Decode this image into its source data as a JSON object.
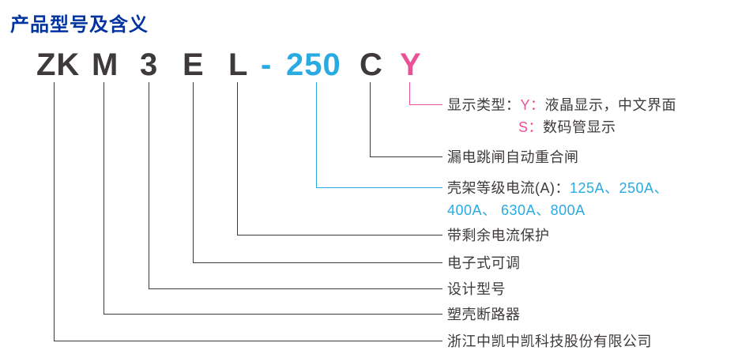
{
  "title": "产品型号及含义",
  "colors": {
    "title_blue": "#0033a0",
    "text_dark": "#3e3a39",
    "cyan": "#29abe2",
    "pink": "#ea5297"
  },
  "model_code": {
    "segments": [
      {
        "id": "zk",
        "text": "ZK",
        "color": "#3e3a39"
      },
      {
        "id": "m",
        "text": "M",
        "color": "#3e3a39"
      },
      {
        "id": "3",
        "text": "3",
        "color": "#3e3a39"
      },
      {
        "id": "e",
        "text": "E",
        "color": "#3e3a39"
      },
      {
        "id": "l",
        "text": "L",
        "color": "#3e3a39"
      },
      {
        "id": "dash",
        "text": "-",
        "color": "#29abe2"
      },
      {
        "id": "250",
        "text": "250",
        "color": "#29abe2"
      },
      {
        "id": "c",
        "text": "C",
        "color": "#3e3a39"
      },
      {
        "id": "y",
        "text": "Y",
        "color": "#ea5297"
      }
    ]
  },
  "explanations": {
    "display_type": {
      "label": "显示类型：",
      "option_y_key": "Y：",
      "option_y_text": "液晶显示，中文界面",
      "option_s_key": "S：",
      "option_s_text": "数码管显示"
    },
    "auto_reclose": "漏电跳闸自动重合闸",
    "frame_current": {
      "label": "壳架等级电流(A)：",
      "values_line1": "125A、250A、",
      "values_line2": "400A、 630A、800A"
    },
    "residual_protection": "带剩余电流保护",
    "electronic_adjustable": "电子式可调",
    "design_code": "设计型号",
    "mccb": "塑壳断路器",
    "company": "浙江中凯中凯科技股份有限公司"
  }
}
